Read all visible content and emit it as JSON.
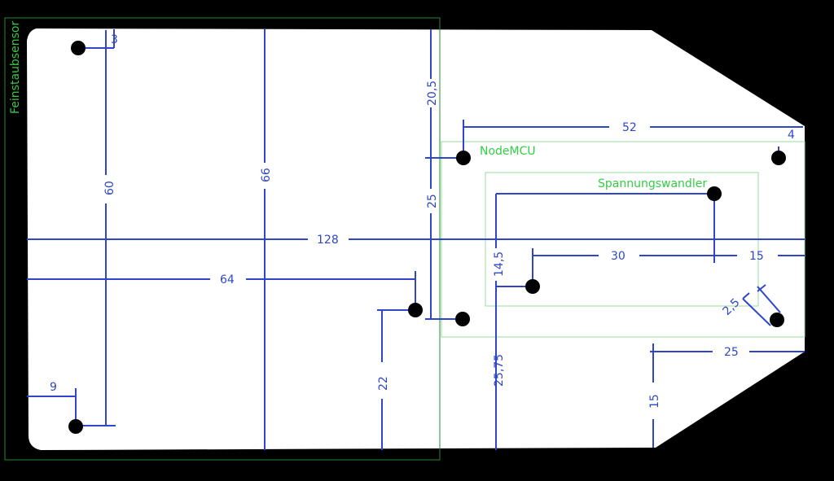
{
  "colors": {
    "background": "#000000",
    "board": "#ffffff",
    "dimension": "#2f46c8",
    "label": "#33cc44",
    "outline": "#99dd99",
    "hole": "#000000"
  },
  "labels": {
    "feinstaub": "Feinstaubsensor",
    "nodemcu": "NodeMCU",
    "spannung": "Spannungswandler"
  },
  "dimensions": {
    "d3": "3",
    "d60": "60",
    "d66": "66",
    "d20_5": "20,5",
    "d52": "52",
    "d4": "4",
    "d25_top": "25",
    "d128": "128",
    "d64": "64",
    "d14_5": "14,5",
    "d30": "30",
    "d15_right": "15",
    "d2_5": "2,5",
    "d25_right": "25",
    "d9": "9",
    "d22": "22",
    "d25_75": "25,75",
    "d15_bottom": "15"
  }
}
